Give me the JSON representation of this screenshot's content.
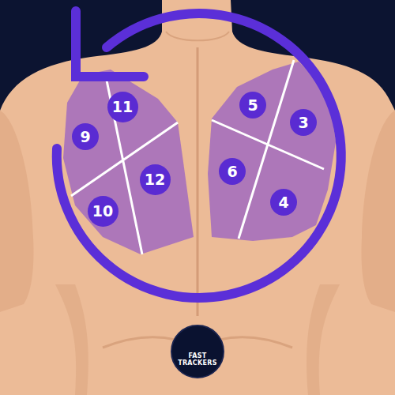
{
  "diagram": {
    "nodes": [
      {
        "text": [
          "11"
        ]
      },
      {
        "text": [
          "5"
        ]
      },
      {
        "text": [
          "3"
        ]
      },
      {
        "text": [
          "9"
        ]
      },
      {
        "text": [
          "12"
        ]
      },
      {
        "text": [
          "6"
        ]
      },
      {
        "text": [
          "4"
        ]
      },
      {
        "text": [
          "10"
        ]
      },
      {
        "text": [
          "FAST TRACKERS"
        ]
      }
    ]
  }
}
